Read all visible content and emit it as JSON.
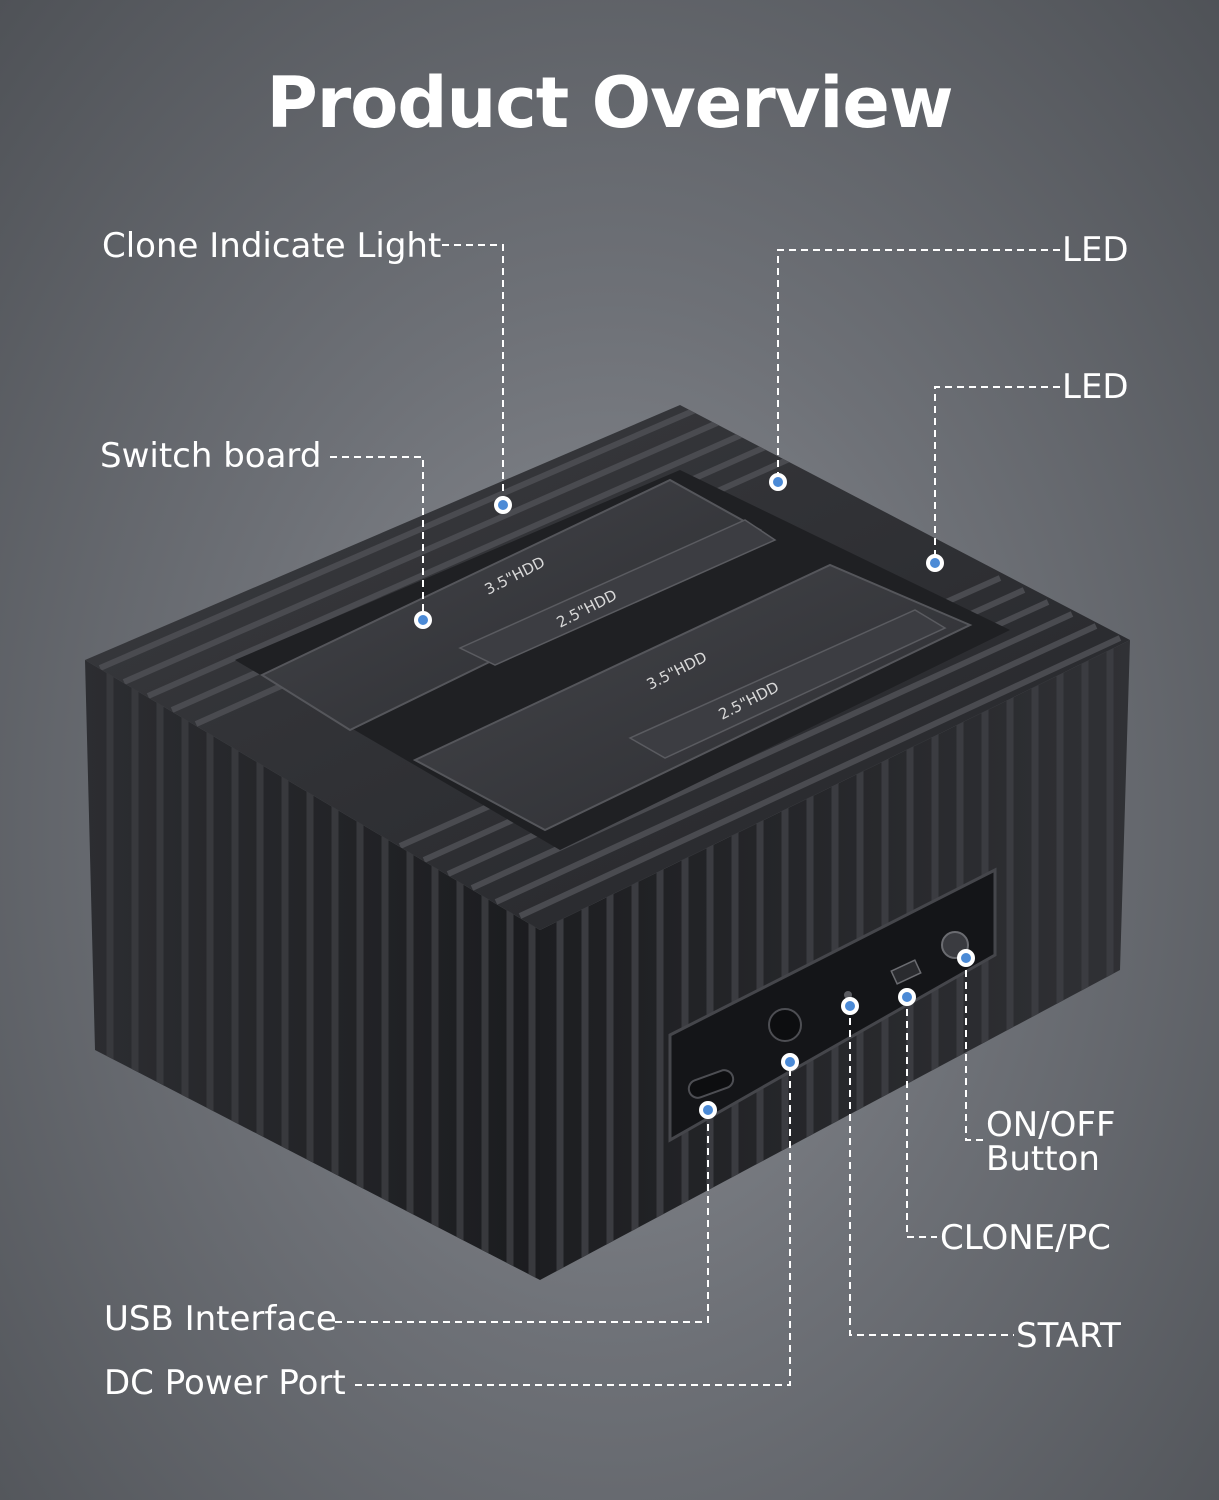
{
  "title": "Product Overview",
  "labels": {
    "clone_indicate_light": "Clone Indicate Light",
    "switch_board": "Switch board",
    "led_top": "LED",
    "led_mid": "LED",
    "on_off_line1": "ON/OFF",
    "on_off_line2": "Button",
    "clone_pc": "CLONE/PC",
    "usb_interface": "USB Interface",
    "start": "START",
    "dc_power_port": "DC Power Port"
  },
  "slot_labels": [
    "3.5\"HDD",
    "2.5\"HDD",
    "3.5\"HDD",
    "2.5\"HDD"
  ],
  "colors": {
    "background": "#6e7177",
    "device_body": "#2a2b2e",
    "callout_dot": "#4b8ad6",
    "callout_line": "#ffffff"
  }
}
